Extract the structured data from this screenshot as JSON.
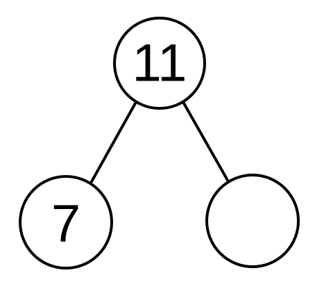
{
  "diagram": {
    "type": "number-bond",
    "top": {
      "value": "11"
    },
    "left": {
      "value": "7"
    },
    "right": {
      "value": ""
    }
  },
  "colors": {
    "background": "#ffffff",
    "stroke": "#000000",
    "text": "#000000"
  }
}
